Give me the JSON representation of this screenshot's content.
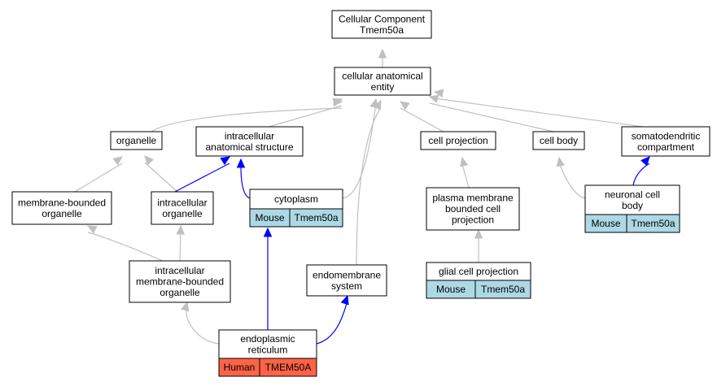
{
  "colors": {
    "gray_edge": "#c0c0c0",
    "blue_edge": "#0000ff",
    "mouse_fill": "#add8e6",
    "human_fill": "#ff6347"
  },
  "nodes": {
    "root": {
      "lines": [
        "Cellular Component",
        "Tmem50a"
      ]
    },
    "cae": {
      "lines": [
        "cellular anatomical",
        "entity"
      ]
    },
    "organelle": {
      "lines": [
        "organelle"
      ]
    },
    "ias": {
      "lines": [
        "intracellular",
        "anatomical structure"
      ]
    },
    "cellproj": {
      "lines": [
        "cell projection"
      ]
    },
    "cellbody": {
      "lines": [
        "cell body"
      ]
    },
    "somato": {
      "lines": [
        "somatodendritic",
        "compartment"
      ]
    },
    "mbo": {
      "lines": [
        "membrane-bounded",
        "organelle"
      ]
    },
    "io": {
      "lines": [
        "intracellular",
        "organelle"
      ]
    },
    "cytoplasm": {
      "lines": [
        "cytoplasm"
      ],
      "tags": [
        "Mouse",
        "Tmem50a"
      ]
    },
    "pmbcp": {
      "lines": [
        "plasma membrane",
        "bounded cell",
        "projection"
      ]
    },
    "neuronal": {
      "lines": [
        "neuronal cell",
        "body"
      ],
      "tags": [
        "Mouse",
        "Tmem50a"
      ]
    },
    "imbo": {
      "lines": [
        "intracellular",
        "membrane-bounded",
        "organelle"
      ]
    },
    "endomem": {
      "lines": [
        "endomembrane",
        "system"
      ]
    },
    "glial": {
      "lines": [
        "glial cell projection"
      ],
      "tags": [
        "Mouse",
        "Tmem50a"
      ]
    },
    "er": {
      "lines": [
        "endoplasmic",
        "reticulum"
      ],
      "tags": [
        "Human",
        "TMEM50A"
      ]
    }
  }
}
